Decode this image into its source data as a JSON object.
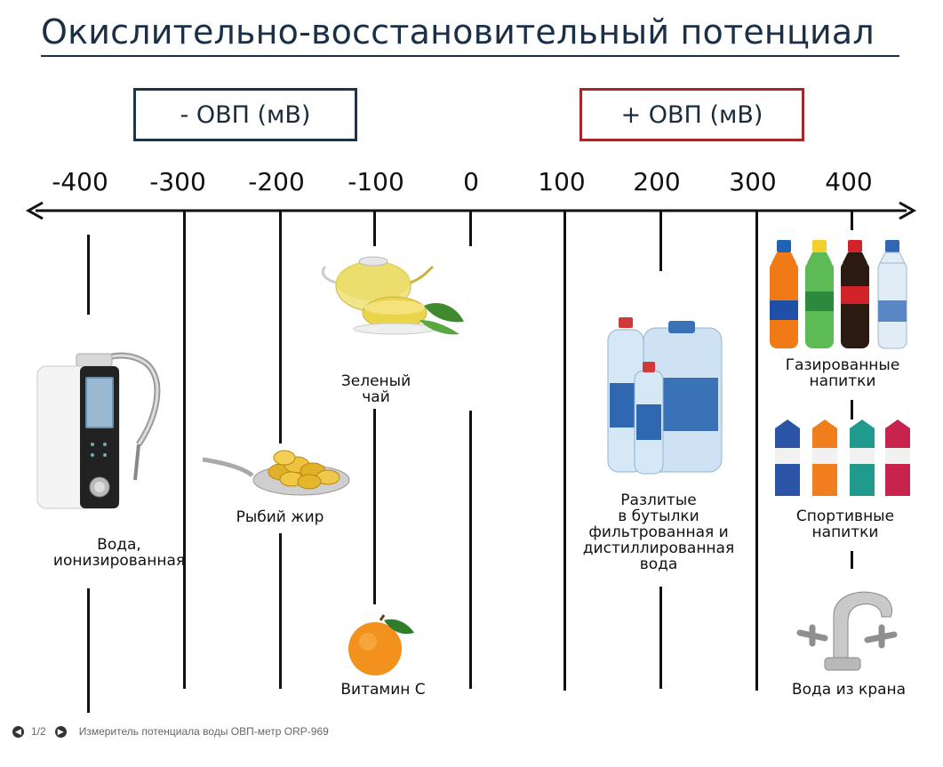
{
  "title": "Окислительно-восстановительный потенциал",
  "neg_box": "- ОВП (мВ)",
  "pos_box": "+ ОВП (мВ)",
  "ticks": [
    "-400",
    "-300",
    "-200",
    "-100",
    "0",
    "100",
    "200",
    "300",
    "400"
  ],
  "items": {
    "ionized_water": "Вода,\nионизированная",
    "fish_oil": "Рыбий жир",
    "green_tea": "Зеленый\nчай",
    "vitamin_c": "Витамин С",
    "bottled_water": "Разлитые\nв бутылки\nфильтрованная и\nдистиллированная\nвода",
    "soda": "Газированные\nнапитки",
    "sport_drinks": "Спортивные\nнапитки",
    "tap_water": "Вода из крана"
  },
  "footer": {
    "page": "1/2",
    "caption": "Измеритель потенциала воды ОВП-метр ORP-969"
  }
}
